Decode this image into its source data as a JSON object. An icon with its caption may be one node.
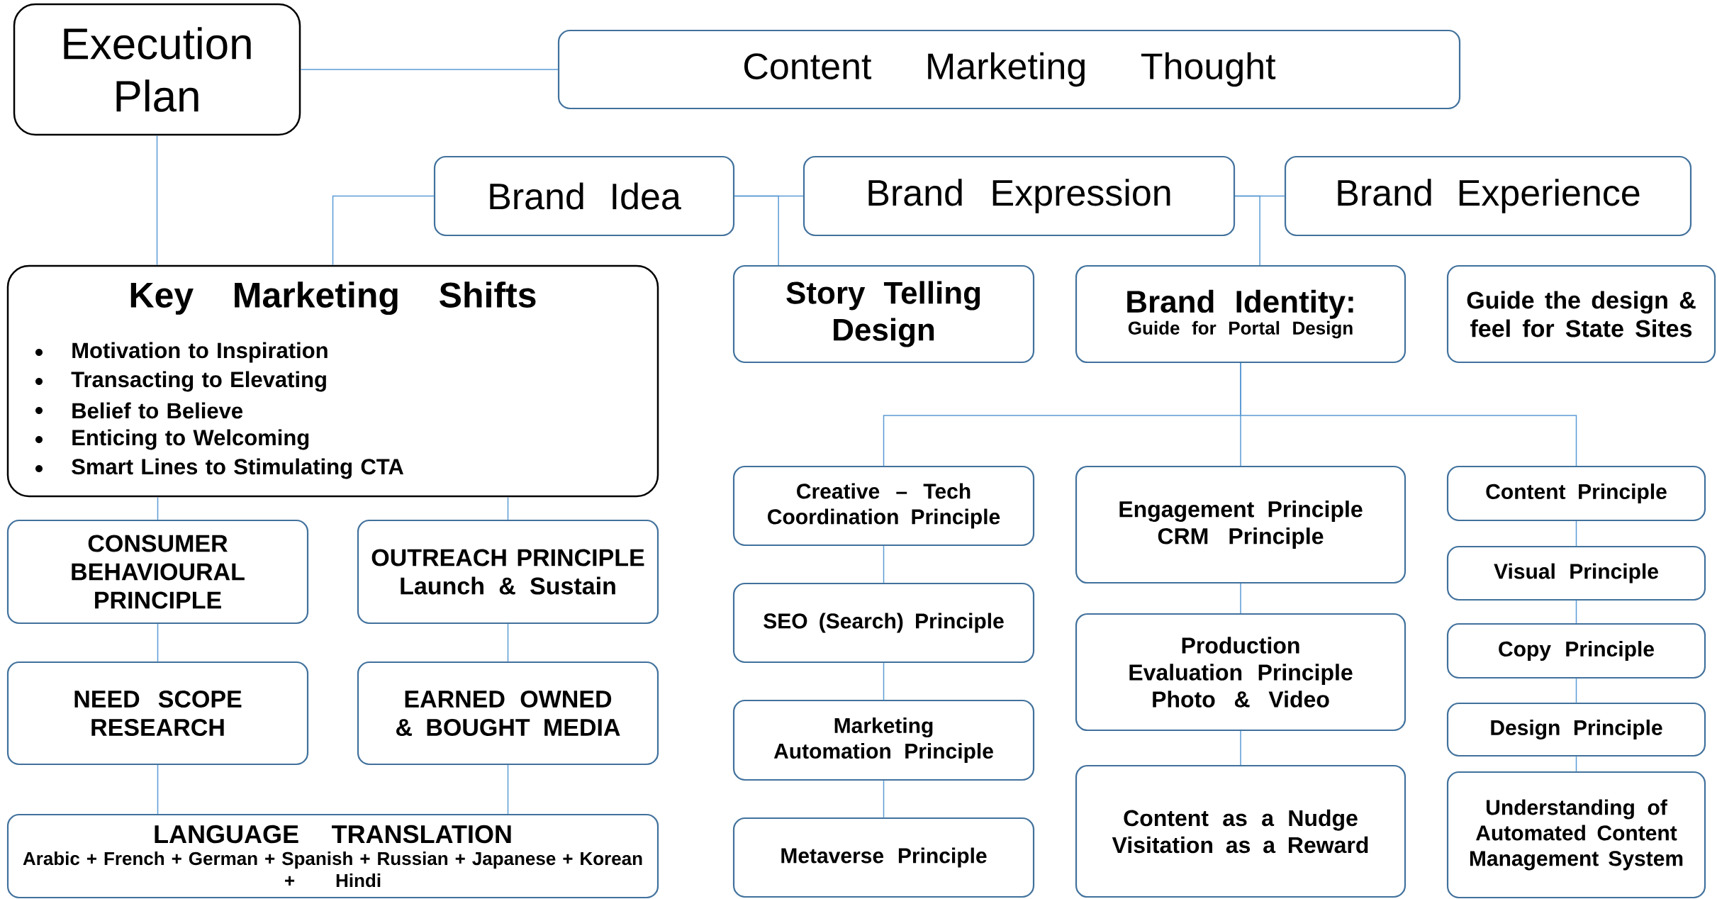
{
  "diagram": {
    "nodes": [
      {
        "text": [
          "Execution Plan"
        ]
      },
      {
        "text": [
          "Content Marketing Thought"
        ]
      },
      {
        "text": [
          "Brand Idea"
        ]
      },
      {
        "text": [
          "Brand Expression"
        ]
      },
      {
        "text": [
          "Brand Experience"
        ]
      },
      {
        "text": [
          "Key Marketing Shifts",
          "Motivation to Inspiration",
          "Transacting to Elevating",
          "Belief to Believe",
          "Enticing to Welcoming",
          "Smart Lines to Stimulating CTA"
        ]
      },
      {
        "text": [
          "Story Telling Design"
        ]
      },
      {
        "text": [
          "Brand Identity:",
          "Guide for Portal Design"
        ]
      },
      {
        "text": [
          "Guide the design & feel for State Sites"
        ]
      },
      {
        "text": [
          "CONSUMER BEHAVIOURAL PRINCIPLE"
        ]
      },
      {
        "text": [
          "OUTREACH PRINCIPLE",
          "Launch & Sustain"
        ]
      },
      {
        "text": [
          "NEED SCOPE RESEARCH"
        ]
      },
      {
        "text": [
          "EARNED OWNED & BOUGHT MEDIA"
        ]
      },
      {
        "text": [
          "LANGUAGE TRANSLATION",
          "Arabic + French + German + Spanish + Russian + Japanese + Korean + Hindi"
        ]
      },
      {
        "text": [
          "Creative – Tech Coordination Principle"
        ]
      },
      {
        "text": [
          "SEO (Search) Principle"
        ]
      },
      {
        "text": [
          "Marketing Automation Principle"
        ]
      },
      {
        "text": [
          "Metaverse Principle"
        ]
      },
      {
        "text": [
          "Engagement Principle",
          "CRM Principle"
        ]
      },
      {
        "text": [
          "Production Evaluation Principle",
          "Photo & Video"
        ]
      },
      {
        "text": [
          "Content as a Nudge",
          "Visitation as a Reward"
        ]
      },
      {
        "text": [
          "Content Principle"
        ]
      },
      {
        "text": [
          "Visual Principle"
        ]
      },
      {
        "text": [
          "Copy Principle"
        ]
      },
      {
        "text": [
          "Design Principle"
        ]
      },
      {
        "text": [
          "Understanding of Automated Content Management System"
        ]
      }
    ],
    "edges": [
      {
        "from": 0,
        "to": 1,
        "arrow": "none"
      },
      {
        "from": 0,
        "to": 5,
        "arrow": "none"
      },
      {
        "from": 2,
        "to": 5,
        "arrow": "none"
      },
      {
        "from": 2,
        "to": 3,
        "arrow": "none"
      },
      {
        "from": 2,
        "to": 6,
        "arrow": "none"
      },
      {
        "from": 3,
        "to": 4,
        "arrow": "none"
      },
      {
        "from": 3,
        "to": 7,
        "arrow": "none"
      },
      {
        "from": 7,
        "to": 14,
        "arrow": "none"
      },
      {
        "from": 7,
        "to": 18,
        "arrow": "none"
      },
      {
        "from": 7,
        "to": 21,
        "arrow": "none"
      },
      {
        "from": 5,
        "to": 9,
        "arrow": "none"
      },
      {
        "from": 5,
        "to": 10,
        "arrow": "none"
      },
      {
        "from": 9,
        "to": 11,
        "arrow": "none"
      },
      {
        "from": 10,
        "to": 12,
        "arrow": "none"
      },
      {
        "from": 11,
        "to": 13,
        "arrow": "none"
      },
      {
        "from": 12,
        "to": 13,
        "arrow": "none"
      },
      {
        "from": 14,
        "to": 15,
        "arrow": "none"
      },
      {
        "from": 15,
        "to": 16,
        "arrow": "none"
      },
      {
        "from": 16,
        "to": 17,
        "arrow": "none"
      },
      {
        "from": 18,
        "to": 19,
        "arrow": "none"
      },
      {
        "from": 19,
        "to": 20,
        "arrow": "none"
      },
      {
        "from": 21,
        "to": 22,
        "arrow": "none"
      },
      {
        "from": 22,
        "to": 23,
        "arrow": "none"
      },
      {
        "from": 23,
        "to": 24,
        "arrow": "none"
      },
      {
        "from": 24,
        "to": 25,
        "arrow": "none"
      }
    ]
  }
}
